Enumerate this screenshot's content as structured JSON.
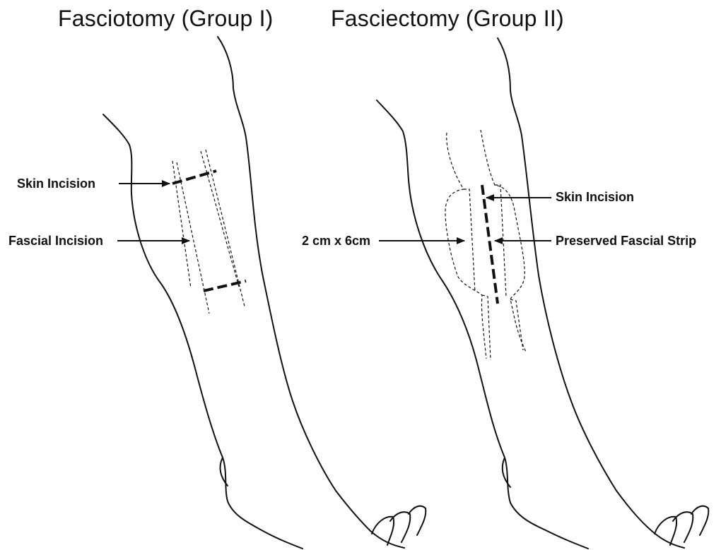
{
  "panels": {
    "left": {
      "title": "Fasciotomy (Group I)",
      "labels": {
        "skin_incision": "Skin Incision",
        "fascial_incision": "Fascial Incision"
      }
    },
    "right": {
      "title": "Fasciectomy (Group II)",
      "labels": {
        "skin_incision": "Skin Incision",
        "size": "2 cm x 6cm",
        "preserved_fascial_strip": "Preserved Fascial Strip"
      }
    }
  },
  "colors": {
    "line": "#111111",
    "background": "#ffffff"
  }
}
